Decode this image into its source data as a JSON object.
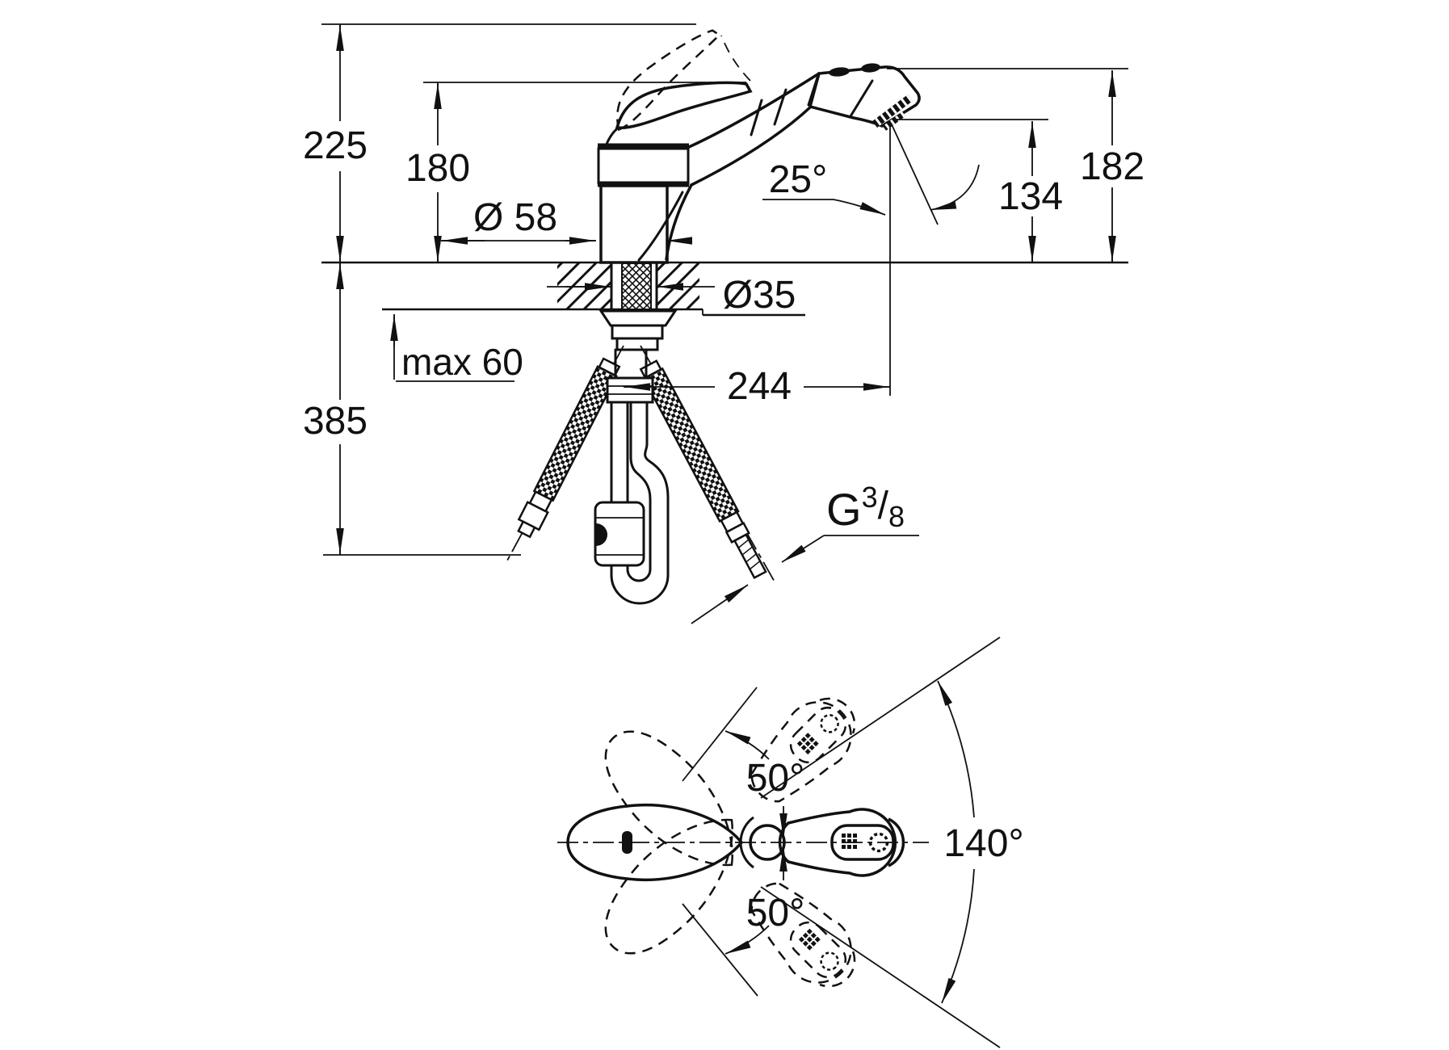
{
  "side_view": {
    "labels": {
      "total_height": "225",
      "spout_height": "180",
      "base_diameter": "Ø 58",
      "hole_diameter": "Ø35",
      "deck_thickness": "max 60",
      "projection": "244",
      "under_deck_depth": "385",
      "spray_angle": "25°",
      "outlet_height": "134",
      "head_top_height": "182",
      "thread_letter": "G",
      "thread_numerator": "3",
      "thread_slash": "/",
      "thread_denominator": "8"
    }
  },
  "top_view": {
    "labels": {
      "swivel_upper": "50°",
      "swivel_lower": "50°",
      "swivel_total": "140°"
    }
  },
  "colors": {
    "ink": "#111111",
    "background": "#ffffff"
  }
}
